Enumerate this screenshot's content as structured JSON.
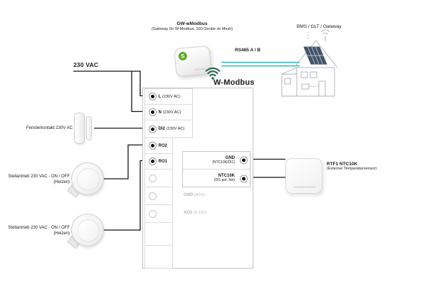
{
  "colors": {
    "line": "#141414",
    "rs485": "#2ab5cd",
    "wifi_blue": "#2f7fc0",
    "wifi_green": "#2d6a4f",
    "logo_green": "#63a830",
    "inactive": "#b4b4b4"
  },
  "power": {
    "label": "230 VAC"
  },
  "gateway": {
    "title": "GW-wModbus",
    "subtitle": "(Gateway für W-Modbus, 100 Geräte im Mesh)",
    "logo_letter": "S"
  },
  "bms": {
    "label": "BMS / GLT / Gateway"
  },
  "rs485": {
    "label": "RS485 A / B"
  },
  "wmodbus": {
    "label": "W-Modbus"
  },
  "window_contact": {
    "label": "Fensterkontakt 230V AC"
  },
  "actuators": [
    {
      "label": "Stellantrieb 230 VAC - ON / OFF",
      "sublabel": "(Heizen)"
    },
    {
      "label": "Stellantrieb 230 VAC - ON / OFF",
      "sublabel": "(Heizen)"
    }
  ],
  "sensor": {
    "title": "RTF1 NTC10K",
    "subtitle": "(Externer Temperatursensor)"
  },
  "terminal_block": {
    "left_rows": [
      {
        "name": "L",
        "detail": "(230V AC)"
      },
      {
        "name": "N",
        "detail": "(230V AC)"
      },
      {
        "name": "DI2",
        "detail": "(230V AC)"
      },
      {
        "name": "RO2",
        "detail": ""
      },
      {
        "name": "RO1",
        "detail": ""
      }
    ],
    "inactive_labels": [
      {
        "name": "GND",
        "detail": "(AO1)"
      },
      {
        "name": "AO1",
        "detail": "(0-10V)"
      }
    ],
    "right_rows": [
      {
        "name": "GND",
        "detail": "(NTC10K/DI1)"
      },
      {
        "name": "NTC10K",
        "detail": "(DI1 pot. frei)"
      }
    ]
  }
}
